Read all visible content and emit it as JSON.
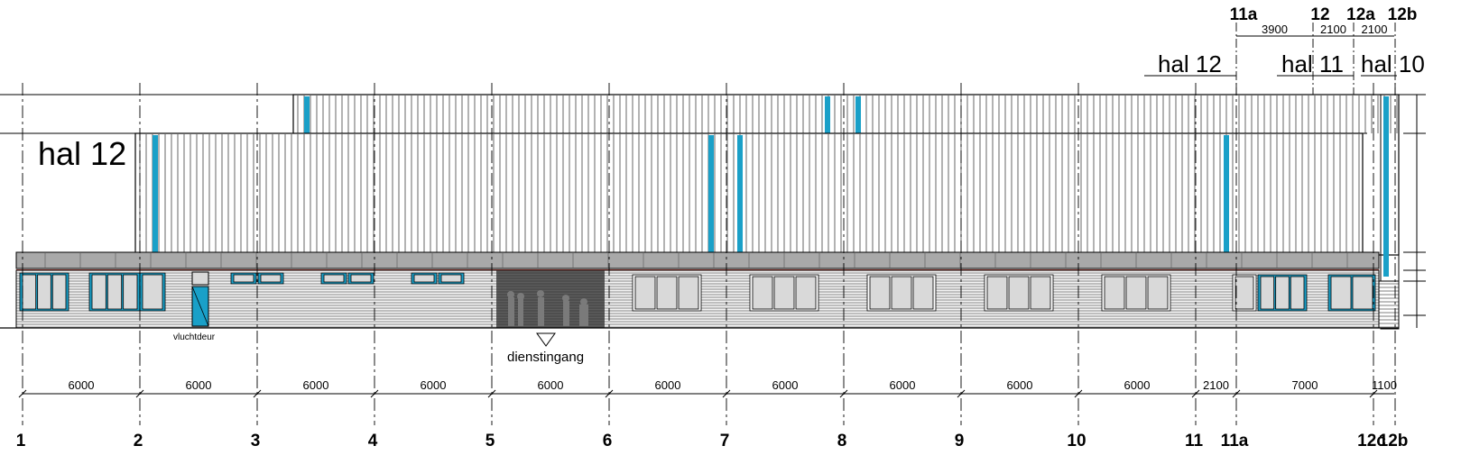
{
  "grid_bottom": [
    "1",
    "2",
    "3",
    "4",
    "5",
    "6",
    "7",
    "8",
    "9",
    "10",
    "11",
    "11a",
    "12c",
    "12b"
  ],
  "grid_top": [
    "11a",
    "12",
    "12a",
    "12b"
  ],
  "dims_bottom": [
    "6000",
    "6000",
    "6000",
    "6000",
    "6000",
    "6000",
    "6000",
    "6000",
    "6000",
    "6000",
    "2100",
    "7000",
    "1100"
  ],
  "dims_top": [
    "3900",
    "2100",
    "2100"
  ],
  "halls": {
    "left": "hal 12",
    "top": [
      "hal 12",
      "hal 11",
      "hal 10"
    ]
  },
  "labels": {
    "emergency_door": "vluchtdeur",
    "service_entrance": "dienstingang"
  },
  "colors": {
    "accent_cyan": "#1aa0c8",
    "roof_edge_red": "#c0392b",
    "parapet_gray": "#a9a9a9",
    "window_gray": "#d9d9d9"
  }
}
